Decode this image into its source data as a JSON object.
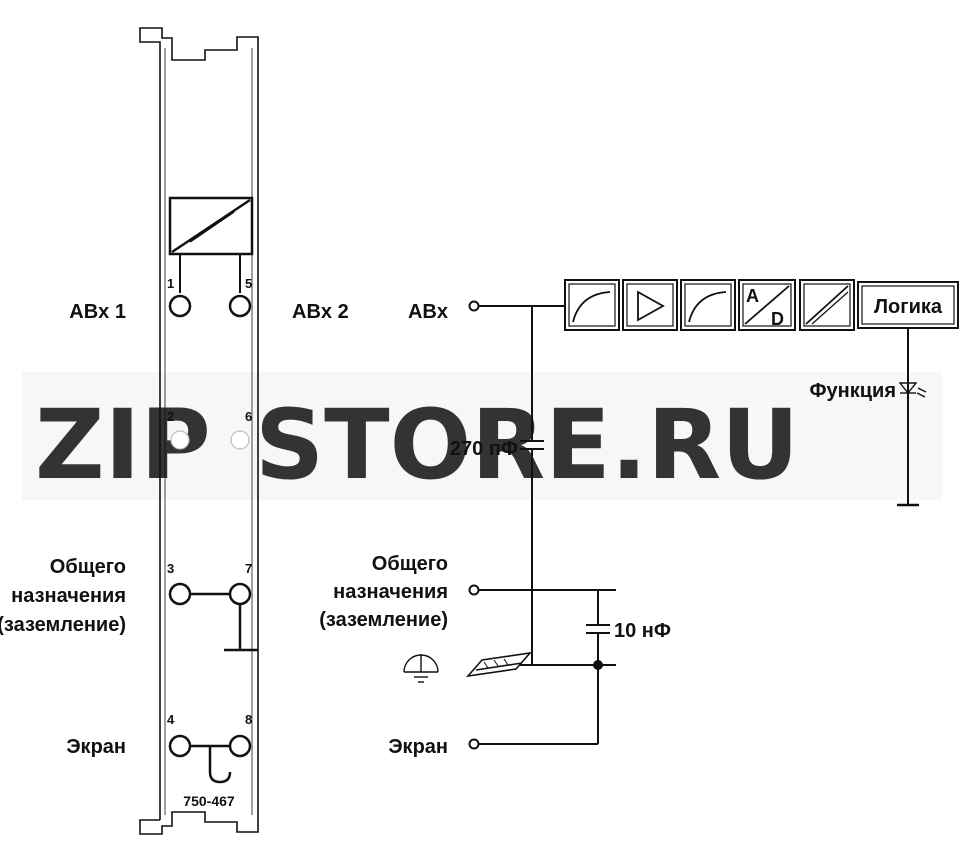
{
  "module": {
    "terminals": {
      "abx1": "ABx 1",
      "abx2": "ABx 2",
      "general_line1": "Общего",
      "general_line2": "назначения",
      "general_line3": "(заземление)",
      "screen": "Экран"
    },
    "pins": {
      "p1": "1",
      "p2": "2",
      "p3": "3",
      "p4": "4",
      "p5": "5",
      "p6": "6",
      "p7": "7",
      "p8": "8"
    },
    "part_number": "750-467"
  },
  "schematic": {
    "abx": "ABx",
    "general_line1": "Общего",
    "general_line2": "назначения",
    "general_line3": "(заземление)",
    "screen": "Экран",
    "cap_270": "270 пФ",
    "cap_10": "10 нФ",
    "ad_a": "A",
    "ad_d": "D",
    "logic": "Логика",
    "function": "Функция"
  },
  "watermark": {
    "part1": "ZIP",
    "part2": "STORE.RU",
    "color1": "#f5b87a",
    "color2": "#cccccc"
  },
  "colors": {
    "line": "#111111",
    "background": "#ffffff"
  }
}
